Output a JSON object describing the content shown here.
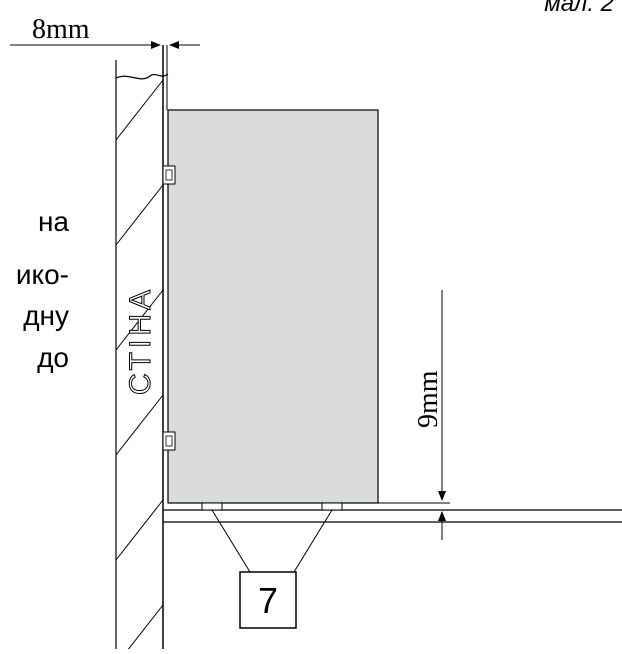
{
  "figure_ref": "мал. 2",
  "text_fragments": [
    "на",
    "ико-",
    "дну",
    "до"
  ],
  "dimensions": {
    "wall_gap": "8mm",
    "floor_gap": "9mm"
  },
  "wall_label": "СТІНА",
  "callout_number": "7",
  "colors": {
    "cabinet_fill": "#d9dbdc",
    "line": "#000000",
    "background": "#ffffff"
  }
}
